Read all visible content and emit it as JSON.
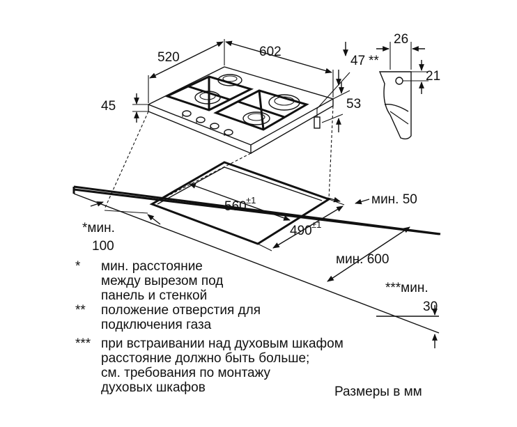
{
  "dimensions": {
    "hob_depth": "520",
    "hob_width": "602",
    "hob_height": "45",
    "gas_pos_x": "47",
    "gas_pos_x_mark": "**",
    "gas_pos_y": "53",
    "profile_width": "26",
    "profile_height": "21",
    "cutout_width": "560",
    "cutout_width_tol": "±1",
    "cutout_depth": "490",
    "cutout_depth_tol": "±1",
    "min_back": "мин. 50",
    "min_wall_mark": "*мин.",
    "min_wall_value": "100",
    "min_worktop_depth": "мин. 600",
    "min_oven_mark": "***мин.",
    "min_oven_value": "30"
  },
  "legend": [
    {
      "mark": "*",
      "lines": [
        "мин. расстояние",
        "между вырезом под",
        "панель и стенкой"
      ]
    },
    {
      "mark": "**",
      "lines": [
        "положение отверстия для",
        "подключения газа"
      ]
    },
    {
      "mark": "***",
      "lines": [
        "при встраивании над духовым шкафом",
        "расстояние должно быть больше;",
        "см. требования по монтажу",
        "духовых шкафов"
      ]
    }
  ],
  "units_note": "Размеры в мм"
}
